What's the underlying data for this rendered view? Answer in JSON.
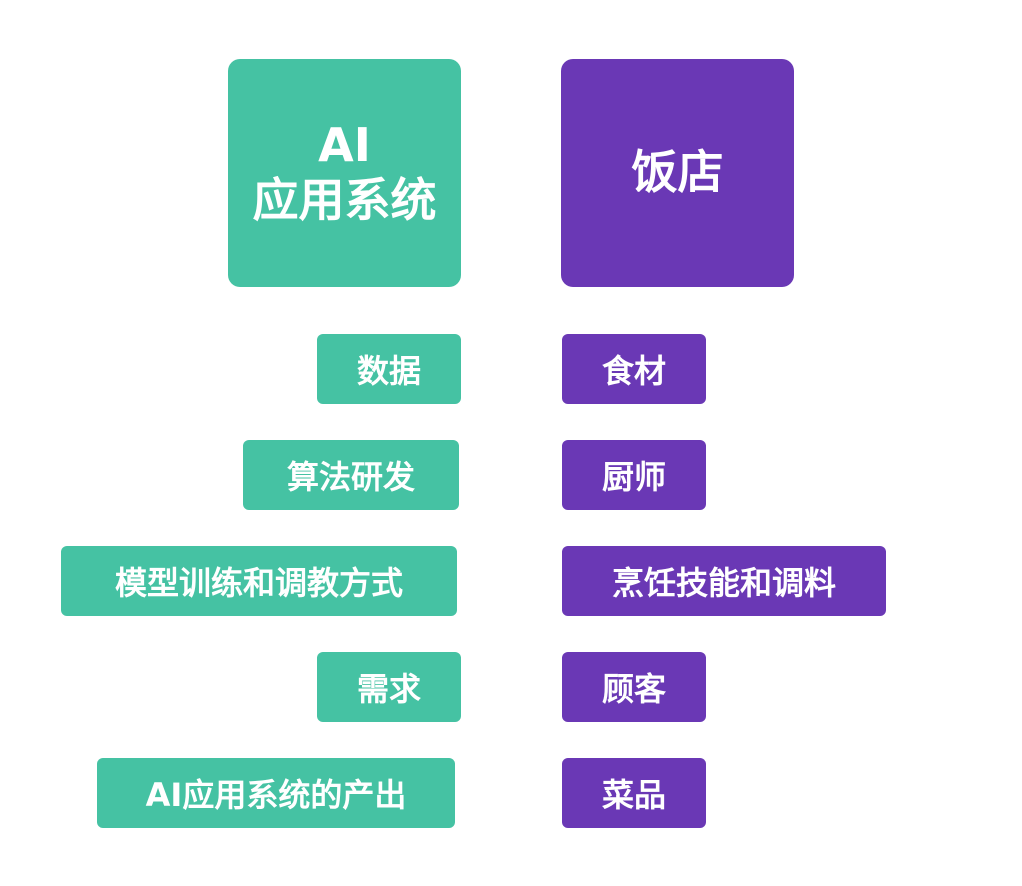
{
  "left_header": {
    "line1": "AI",
    "line2": "应用系统"
  },
  "right_header": {
    "label": "饭店"
  },
  "left_items": [
    "数据",
    "算法研发",
    "模型训练和调教方式",
    "需求",
    "AI应用系统的产出"
  ],
  "right_items": [
    "食材",
    "厨师",
    "烹饪技能和调料",
    "顾客",
    "菜品"
  ],
  "colors": {
    "left": "#45c2a3",
    "right": "#6a38b5"
  }
}
